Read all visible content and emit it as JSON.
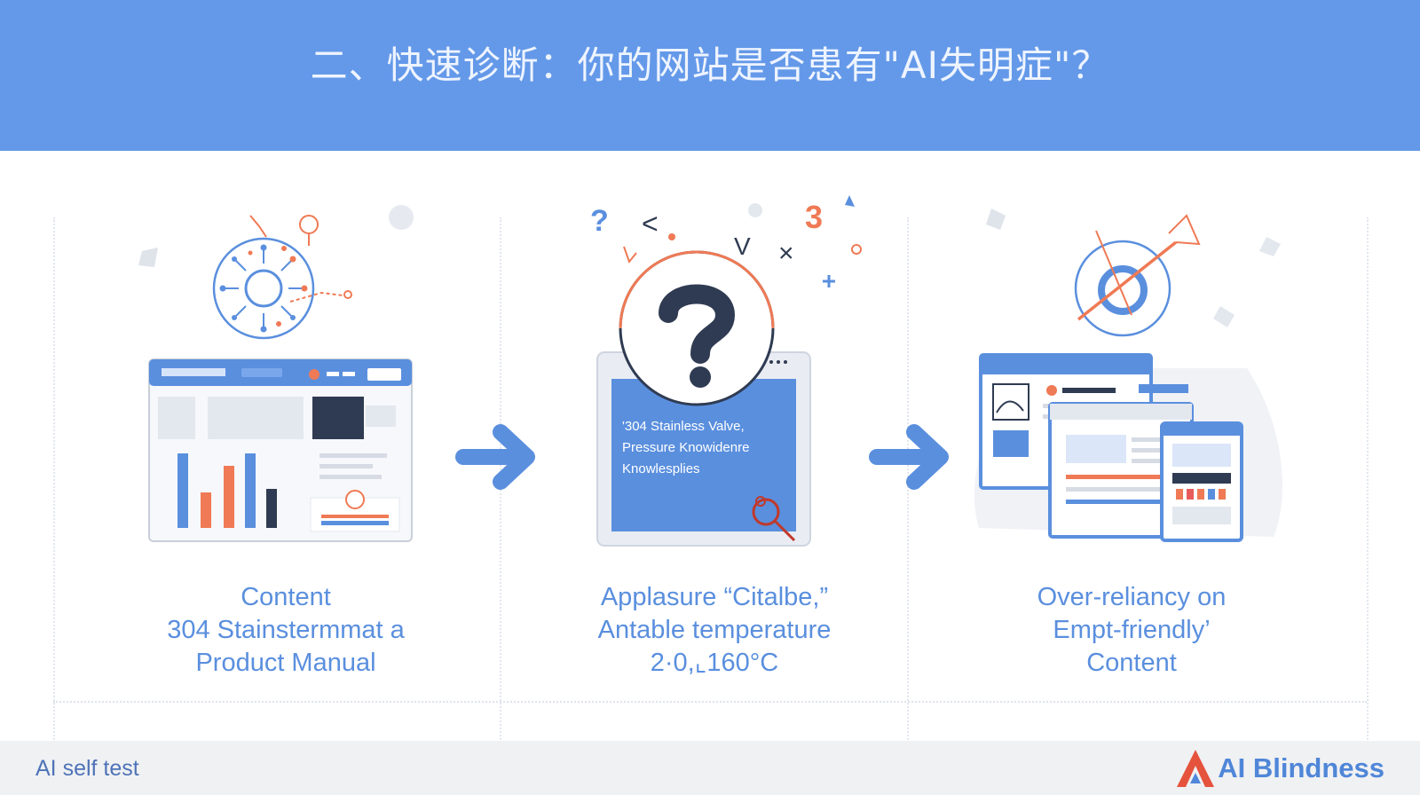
{
  "header": {
    "title": "二、快速诊断：你的网站是否患有\"AI失明症\"？"
  },
  "panels": [
    {
      "caption": [
        "Content",
        "304 Stainstermmat a",
        "Product Manual"
      ],
      "icon": "site-analytics-illustration"
    },
    {
      "caption": [
        "Applasure “Citalbe,”",
        "Antable temperature",
        "2·0,⌞160°C"
      ],
      "icon": "question-mark-illustration",
      "screen_text": [
        "'304 Stainless Valve,",
        "Pressure Knowidenre",
        "Knowlesplies"
      ],
      "floating_glyphs": [
        "?",
        "<",
        "V",
        "×",
        "3"
      ]
    },
    {
      "caption": [
        "Over-reliancy on",
        "Empt-friendly’",
        "Content"
      ],
      "icon": "no-signal-devices-illustration"
    }
  ],
  "footer": {
    "left_label": "AI self test",
    "brand": "AI Blindness"
  },
  "colors": {
    "header": "#6499e9",
    "accent_blue": "#5a8fde",
    "accent_orange": "#ef7a55",
    "navy": "#2f3b52",
    "footer_bg": "#f0f1f3"
  }
}
